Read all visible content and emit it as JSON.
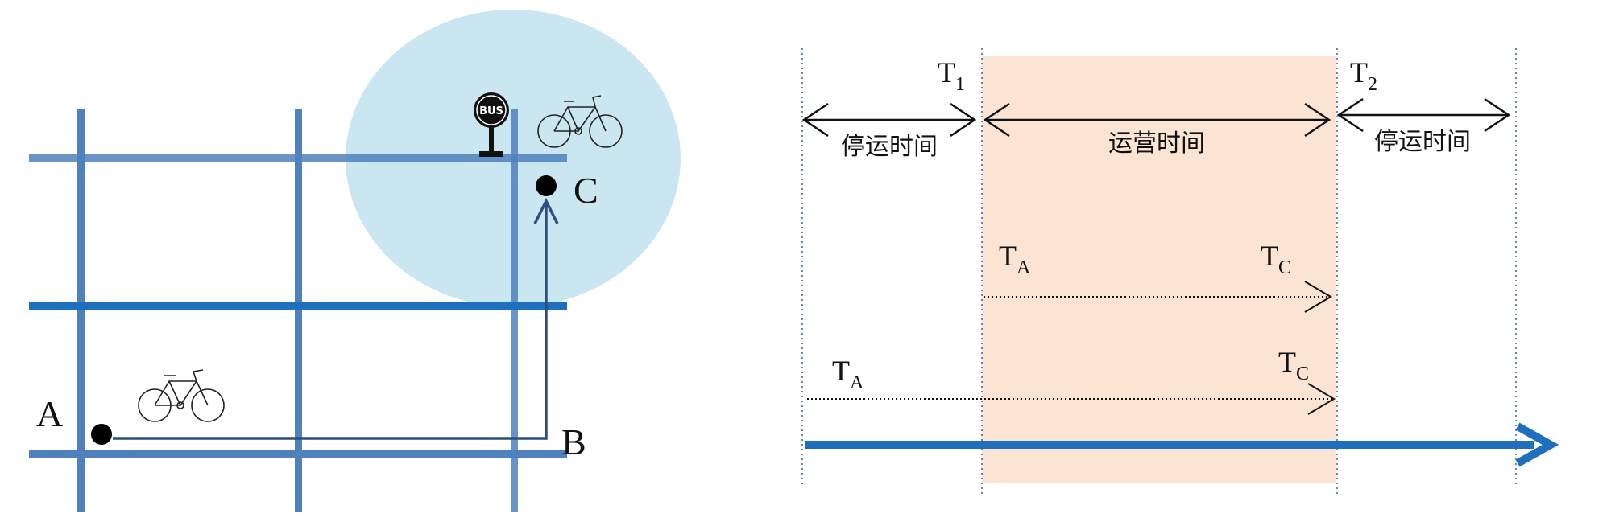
{
  "map": {
    "point_a": "A",
    "point_b": "B",
    "point_c": "C",
    "bus_sign": "BUS",
    "colors": {
      "road": "#4f81bd",
      "road_dark": "#1f6fbf",
      "route": "#2f4e7f",
      "coverage": "#c4e3ee"
    }
  },
  "timeline": {
    "t1": {
      "base": "T",
      "sub": "1"
    },
    "t2": {
      "base": "T",
      "sub": "2"
    },
    "stop_time_left": "停运时间",
    "operating_time": "运营时间",
    "stop_time_right": "停运时间",
    "trip1": {
      "start": {
        "base": "T",
        "sub": "A"
      },
      "end": {
        "base": "T",
        "sub": "C"
      }
    },
    "trip2": {
      "start": {
        "base": "T",
        "sub": "A"
      },
      "end": {
        "base": "T",
        "sub": "C"
      }
    },
    "colors": {
      "operating_band": "#fce4d4",
      "time_axis": "#1f6fbf"
    }
  }
}
